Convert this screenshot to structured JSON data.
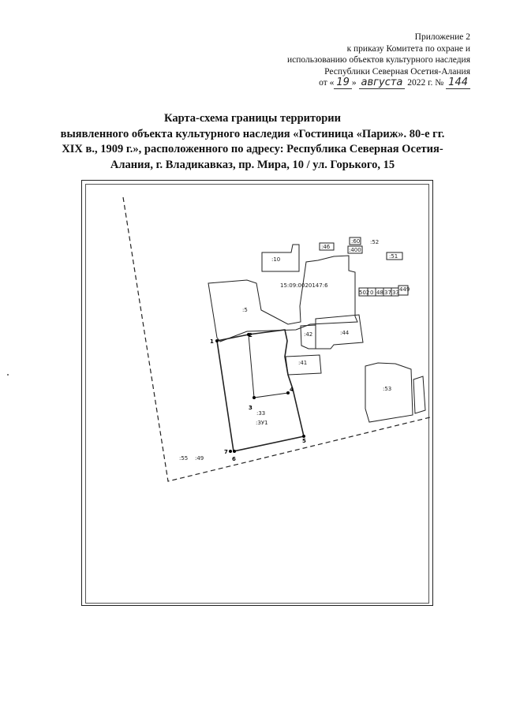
{
  "annex": {
    "line1": "Приложение 2",
    "line2": "к приказу Комитета по охране и",
    "line3": "использованию объектов культурного наследия",
    "line4": "Республики Северная Осетия-Алания",
    "order_prefix": "от «",
    "order_day": "19",
    "order_mid": "»",
    "order_month": "августа",
    "order_year": " 2022 г. № ",
    "order_number": "144"
  },
  "title": {
    "line1": "Карта-схема границы территории",
    "line2": "выявленного объекта культурного наследия «Гостиница «Париж». 80-е гг.",
    "line3": "XIX в., 1909 г.», расположенного по адресу: Республика Северная Осетия-",
    "line4": "Алания, г. Владикавказ, пр. Мира, 10 / ул. Горького, 15"
  },
  "map": {
    "parcels": {
      "p10": ":10",
      "p46": ":46",
      "p60": ":60",
      "p52": ":52",
      "p400": ":400",
      "p51": ":51",
      "block": "15:09:0020147:6",
      "p5": ":5",
      "p42": ":42",
      "p44": ":44",
      "p41": ":41",
      "p53": ":53",
      "p33": ":33",
      "zu1": ":ЗУ1",
      "row": [
        "502",
        "0",
        "48",
        "37",
        "33",
        "449"
      ],
      "p55": ":55",
      "p49": ":49"
    },
    "points": [
      "1",
      "2",
      "3",
      "4",
      "5",
      "6",
      "7"
    ]
  }
}
